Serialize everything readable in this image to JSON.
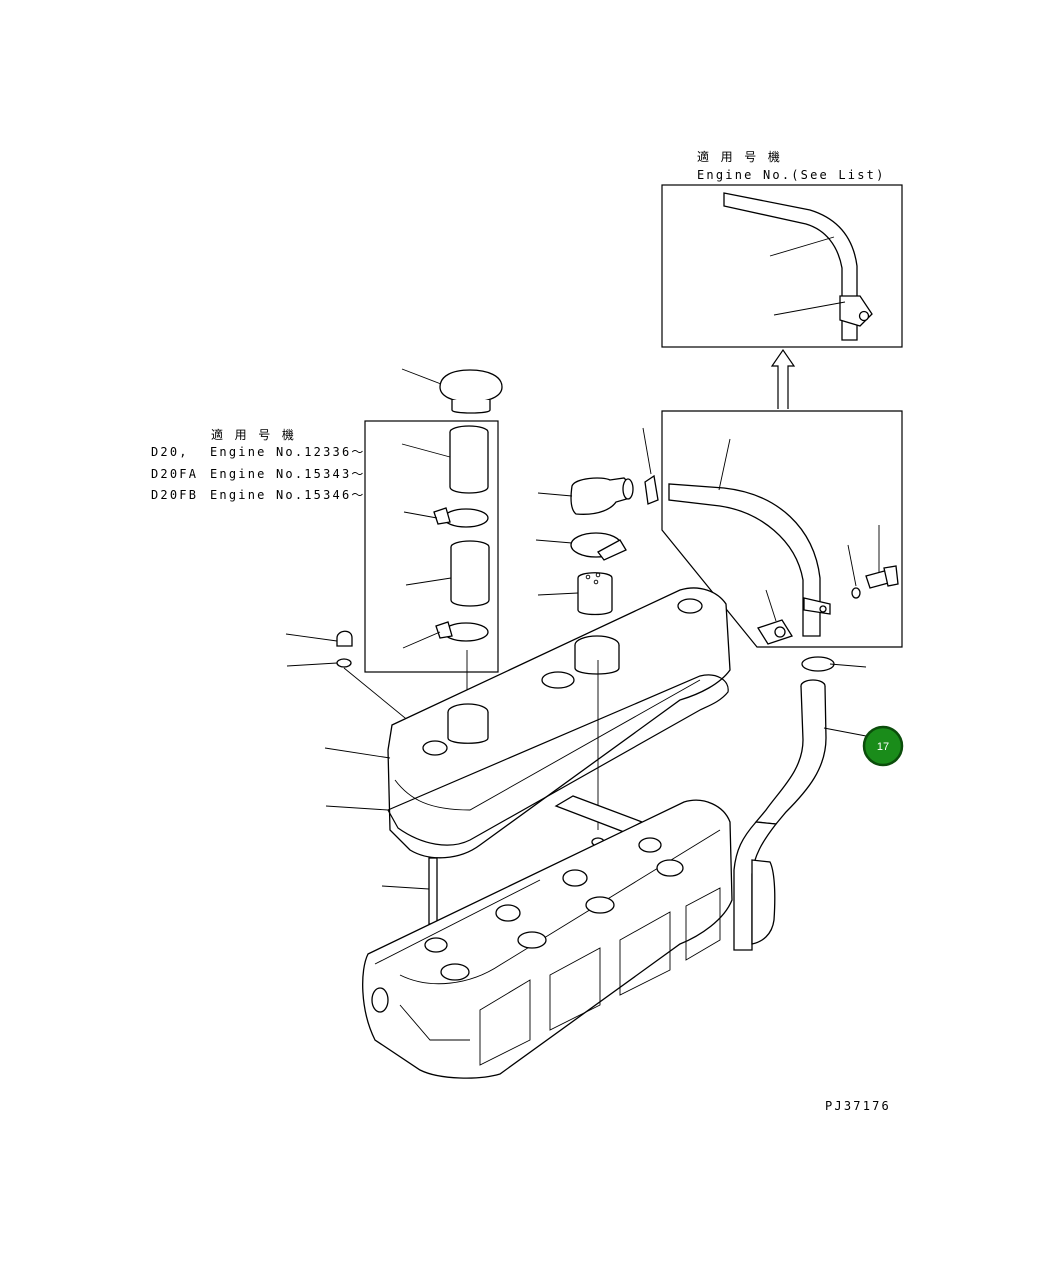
{
  "top_note": {
    "title": "適 用 号 機",
    "subtitle": "Engine No.(See List)"
  },
  "left_note": {
    "title": "適 用 号 機",
    "rows": [
      {
        "model": "D20,",
        "engine": "Engine No.12336～"
      },
      {
        "model": "D20FA",
        "engine": "Engine No.15343～"
      },
      {
        "model": "D20FB",
        "engine": "Engine No.15346～"
      }
    ]
  },
  "callout": {
    "number": "17",
    "color": "#1a8c1a",
    "border": "#0b4d0b"
  },
  "drawing_code": "PJ37176"
}
